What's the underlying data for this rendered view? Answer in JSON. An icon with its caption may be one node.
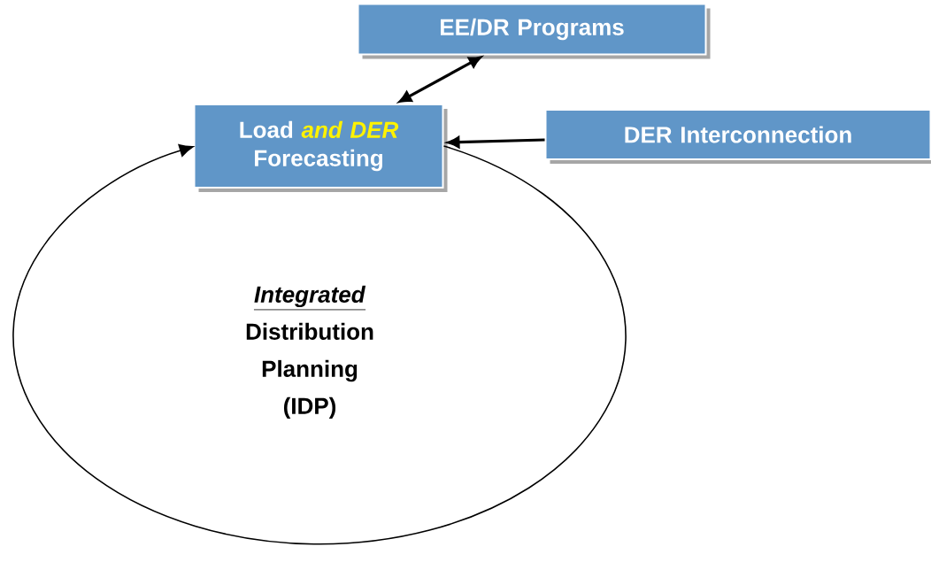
{
  "diagram": {
    "nodes": [
      {
        "text": [
          "EE/DR Programs"
        ]
      },
      {
        "text": [
          "Load *and DER* Forecasting"
        ]
      },
      {
        "text": [
          "DER Interconnection"
        ]
      },
      {
        "text": [
          "*Integrated* Distribution Planning (IDP)"
        ]
      }
    ],
    "edges": [
      {
        "from": 0,
        "to": 1,
        "arrow": "both"
      },
      {
        "from": 2,
        "to": 1,
        "arrow": "to"
      },
      {
        "from": 1,
        "to": 1,
        "arrow": "to"
      }
    ]
  }
}
